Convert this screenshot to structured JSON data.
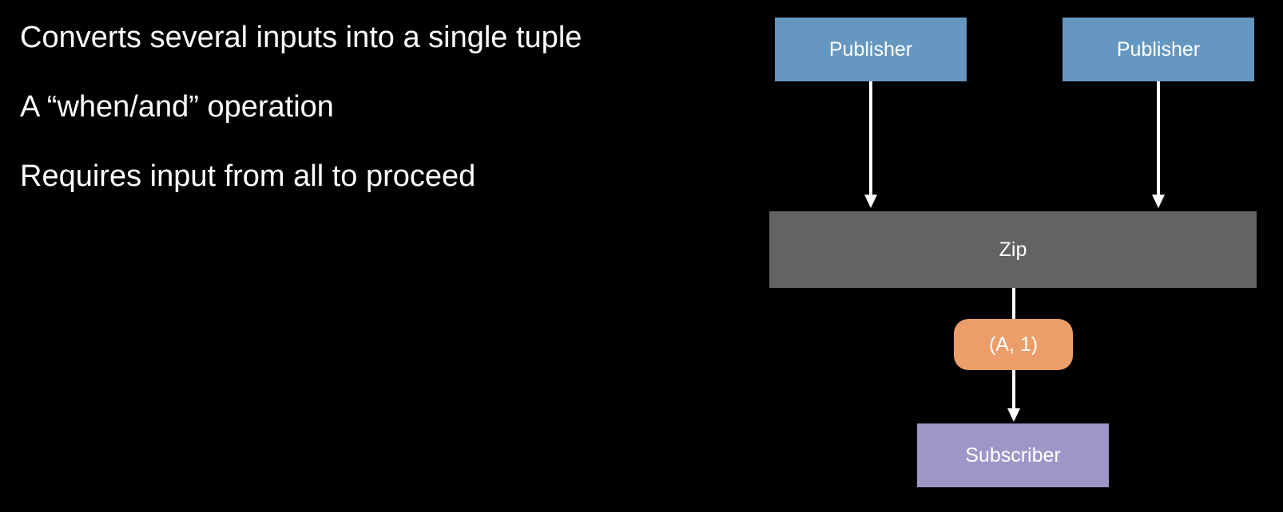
{
  "bullets": [
    "Converts several inputs into a single tuple",
    "A “when/and” operation",
    "Requires input from all to proceed"
  ],
  "diagram": {
    "publisher_left": "Publisher",
    "publisher_right": "Publisher",
    "zip": "Zip",
    "tuple": "(A, 1)",
    "subscriber": "Subscriber"
  },
  "colors": {
    "background": "#000000",
    "publisher": "#6697c0",
    "zip": "#636363",
    "tuple": "#ec9e6a",
    "subscriber": "#9e96c7",
    "arrow": "#ffffff"
  }
}
